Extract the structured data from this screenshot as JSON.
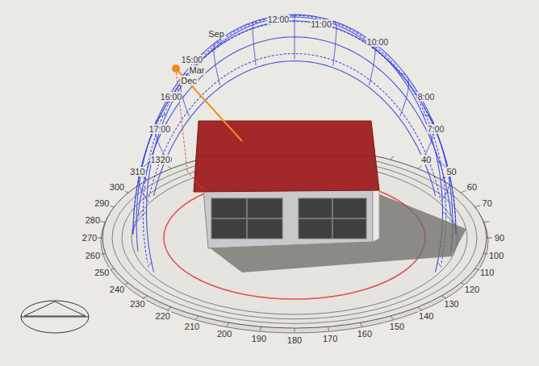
{
  "diagram": {
    "labels": [
      "12:00",
      "11:00",
      "10:00",
      "Sep",
      "15:00",
      "Mar",
      "Dec",
      "16:00",
      "17:00",
      "18:00",
      "8:00",
      "7:00",
      "40",
      "50",
      "60",
      "70",
      "90",
      "100",
      "110",
      "120",
      "130",
      "140",
      "150",
      "160",
      "170",
      "180",
      "190",
      "200",
      "210",
      "220",
      "230",
      "240",
      "250",
      "260",
      "270",
      "280",
      "290",
      "300",
      "310",
      "320"
    ]
  }
}
